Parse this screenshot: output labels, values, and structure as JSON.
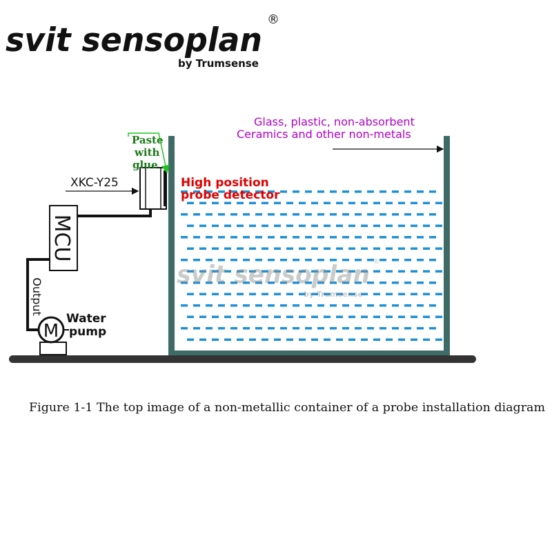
{
  "logo": {
    "brand": "svit sensoplan",
    "registered": "®",
    "byline": "by Trumsense"
  },
  "diagram": {
    "sensor_model": "XKC-Y25",
    "paste_note": [
      "Paste",
      "with",
      "glue"
    ],
    "detector_label": [
      "High position",
      "probe detector"
    ],
    "container_material": [
      "Glass, plastic, non-absorbent",
      "Ceramics and other non-metals"
    ],
    "controller_label": "MCU",
    "output_label": "Output",
    "pump_label": [
      "Water",
      "pump"
    ],
    "pump_symbol": "M",
    "watermark": {
      "brand": "svit sensoplan",
      "registered": "®",
      "byline": "by Trumsense"
    }
  },
  "caption": "Figure 1-1 The top image of a non-metallic container of a probe installation diagram",
  "colors": {
    "container_wall": "#3f6b66",
    "water_dash": "#1e90d6",
    "pipe": "#111111",
    "base": "#333333",
    "detector_text": "#e00000",
    "material_text": "#b000c8",
    "paste_text": "#1a7a1a",
    "paste_arrow": "#22c022"
  }
}
